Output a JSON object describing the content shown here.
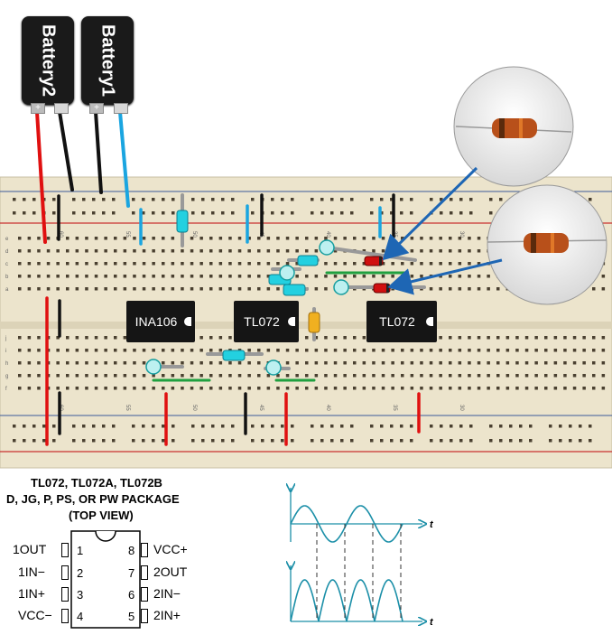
{
  "batteries": [
    {
      "label": "Battery2",
      "plus": "+"
    },
    {
      "label": "Battery1",
      "plus": "+"
    }
  ],
  "chips": [
    {
      "label": "INA106"
    },
    {
      "label": "TL072"
    },
    {
      "label": "TL072"
    }
  ],
  "package": {
    "title_line1": "TL072, TL072A, TL072B",
    "title_line2": "D, JG, P, PS, OR PW PACKAGE",
    "title_line3": "(TOP VIEW)",
    "left_pins": [
      {
        "name": "1OUT",
        "num": "1"
      },
      {
        "name": "1IN−",
        "num": "2"
      },
      {
        "name": "1IN+",
        "num": "3"
      },
      {
        "name": "VCC−",
        "num": "4"
      }
    ],
    "right_pins": [
      {
        "name": "VCC+",
        "num": "8"
      },
      {
        "name": "2OUT",
        "num": "7"
      },
      {
        "name": "2IN−",
        "num": "6"
      },
      {
        "name": "2IN+",
        "num": "5"
      }
    ]
  },
  "waveforms": {
    "top_axis_label": "t",
    "bottom_axis_label": "t"
  },
  "breadboard_row_labels": [
    "j",
    "i",
    "h",
    "g",
    "f",
    "e",
    "d",
    "c",
    "b",
    "a"
  ],
  "breadboard_col_labels": [
    "60",
    "55",
    "50",
    "45",
    "40",
    "35",
    "30"
  ],
  "colors": {
    "red_wire": "#e01010",
    "black_wire": "#111111",
    "blue_wire": "#1aa5e0",
    "green_wire": "#20a040",
    "board": "#ece4cc",
    "resistor": "#23d0e0",
    "capacitor": "#f0b020",
    "diode": "#d01010",
    "arrow": "#1e66b4",
    "wave": "#1b8fa8"
  }
}
